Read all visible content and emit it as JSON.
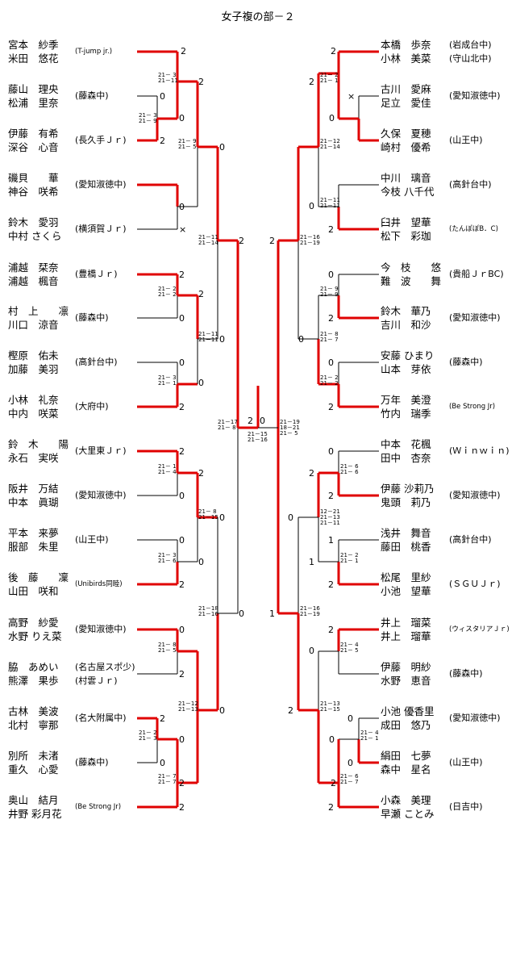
{
  "title": "女子複の部－２",
  "left_teams": [
    {
      "p1": "宮本　紗季",
      "p2": "米田　悠花",
      "aff": "(T-jump jr.)"
    },
    {
      "p1": "藤山　理央",
      "p2": "松浦　里奈",
      "aff": "(藤森中)"
    },
    {
      "p1": "伊藤　有希",
      "p2": "深谷　心音",
      "aff": "(長久手Ｊｒ)"
    },
    {
      "p1": "磯貝　　華",
      "p2": "神谷　咲希",
      "aff": "(愛知淑徳中)"
    },
    {
      "p1": "鈴木　愛羽",
      "p2": "中村 さくら",
      "aff": "(横須賀Ｊｒ)"
    },
    {
      "p1": "浦越　栞奈",
      "p2": "浦越　楓音",
      "aff": "(豊橋Ｊｒ)"
    },
    {
      "p1": "村　上　　凛",
      "p2": "川口　涼音",
      "aff": "(藤森中)"
    },
    {
      "p1": "樫原　佑未",
      "p2": "加藤　美羽",
      "aff": "(高針台中)"
    },
    {
      "p1": "小林　礼奈",
      "p2": "中内　咲菜",
      "aff": "(大府中)"
    },
    {
      "p1": "鈴　木　　陽",
      "p2": "永石　実咲",
      "aff": "(大里東Ｊｒ)"
    },
    {
      "p1": "阪井　万結",
      "p2": "中本　眞瑚",
      "aff": "(愛知淑徳中)"
    },
    {
      "p1": "平本　来夢",
      "p2": "服部　朱里",
      "aff": "(山王中)"
    },
    {
      "p1": "後　藤　　凜",
      "p2": "山田　咲和",
      "aff": "(Unibirds同睦)"
    },
    {
      "p1": "高野　紗愛",
      "p2": "水野 りえ菜",
      "aff": "(愛知淑徳中)"
    },
    {
      "p1": "脇　あめい",
      "p2": "熊澤　果歩",
      "aff": "(名古屋スポ少)",
      "aff2": "(村雲Ｊｒ)"
    },
    {
      "p1": "古林　美波",
      "p2": "北村　寧那",
      "aff": "(名大附属中)"
    },
    {
      "p1": "別所　未渚",
      "p2": "重久　心愛",
      "aff": "(藤森中)"
    },
    {
      "p1": "奥山　結月",
      "p2": "井野 彩月花",
      "aff": "(Be Strong Jr)"
    }
  ],
  "right_teams": [
    {
      "p1": "本橋　歩奈",
      "p2": "小林　美菜",
      "aff": "(岩成台中)",
      "aff2": "(守山北中)"
    },
    {
      "p1": "古川　愛麻",
      "p2": "足立　愛佳",
      "aff": "(愛知淑徳中)"
    },
    {
      "p1": "久保　夏穂",
      "p2": "崎村　優希",
      "aff": "(山王中)"
    },
    {
      "p1": "中川　璃音",
      "p2": "今枝 八千代",
      "aff": "(高針台中)"
    },
    {
      "p1": "臼井　望華",
      "p2": "松下　彩珈",
      "aff": "(たんぽぽB．C)"
    },
    {
      "p1": "今　枝　　悠",
      "p2": "難　波　　舞",
      "aff": "(貴船ＪｒBC)"
    },
    {
      "p1": "鈴木　華乃",
      "p2": "吉川　和沙",
      "aff": "(愛知淑徳中)"
    },
    {
      "p1": "安藤 ひまり",
      "p2": "山本　芽依",
      "aff": "(藤森中)"
    },
    {
      "p1": "万年　美澄",
      "p2": "竹内　瑞季",
      "aff": "(Be Strong Jr)"
    },
    {
      "p1": "中本　花楓",
      "p2": "田中　杏奈",
      "aff": "(Ｗｉｎｗｉｎ)"
    },
    {
      "p1": "伊藤 沙莉乃",
      "p2": "鬼頭　莉乃",
      "aff": "(愛知淑徳中)"
    },
    {
      "p1": "浅井　舞音",
      "p2": "藤田　桃香",
      "aff": "(高針台中)"
    },
    {
      "p1": "松尾　里紗",
      "p2": "小池　望華",
      "aff": "(ＳＧＵＪｒ)"
    },
    {
      "p1": "井上　瑠菜",
      "p2": "井上　瑠華",
      "aff": "(ウィスタリアＪｒ)"
    },
    {
      "p1": "伊藤　明紗",
      "p2": "水野　恵音",
      "aff": "(藤森中)"
    },
    {
      "p1": "小池 優香里",
      "p2": "成田　悠乃",
      "aff": "(愛知淑徳中)"
    },
    {
      "p1": "絹田　七夢",
      "p2": "森中　星名",
      "aff": "(山王中)"
    },
    {
      "p1": "小森　美理",
      "p2": "早瀬 ことみ",
      "aff": "(日吉中)"
    }
  ],
  "scores": {
    "L1": "2",
    "L2": "0",
    "L2b": "0",
    "L3": "2",
    "L4": "0",
    "L5": "×",
    "L5b": "2",
    "L5c": "0",
    "L6": "2",
    "L7": "0",
    "L8": "0",
    "L9": "2",
    "L9b": "2",
    "L9c": "0",
    "L9d": "2",
    "L9e": "0",
    "L10": "2",
    "L11": "0",
    "L12": "0",
    "L13": "2",
    "L13b": "2",
    "L13c": "0",
    "L13d": "0",
    "L14": "0",
    "L15": "2",
    "L16": "2",
    "L17": "0",
    "L17b": "0",
    "L18": "2",
    "L18b": "0",
    "L18c": "2",
    "R1": "2",
    "R2": "×",
    "R2b": "0",
    "R3": "0",
    "R3b": "2",
    "R4": "2",
    "R5": "0",
    "R6": "2",
    "R7": "0",
    "R8": "2",
    "R9": "0",
    "R10": "2",
    "R10b": "0",
    "R10c": "2",
    "R11": "2",
    "R12": "0",
    "R13": "1",
    "R14": "2",
    "R14b": "0",
    "R14c": "1",
    "R15": "2",
    "R16": "0",
    "R17": "2",
    "R17b": "0",
    "R18": "0",
    "R19": "2",
    "R19b": "2",
    "R19c": "2",
    "R19d": "0",
    "F_L": "2",
    "F_R": "0",
    "F_R2": "2",
    "F_L2": "0",
    "FL": "2",
    "FR": "1"
  },
  "game_scores": {
    "a": "21－ 3\n21－11",
    "b": "21－ 3\n21－ 9",
    "c": "21－ 9\n21－ 5",
    "d": "21－11\n21－14",
    "e": "21－ 2\n21－ 2",
    "f": "21－11\n21－11",
    "g": "21－ 3\n21－ 1",
    "h": "21－ 1\n21－ 4",
    "i": "21－ 8\n21－15",
    "j": "21－ 3\n21－ 6",
    "k": "21－18\n21－16",
    "l": "21－ 8\n21－ 5",
    "m": "21－12\n21－13",
    "n": "21－ 2\n21－ 3",
    "o": "21－ 7\n21－ 7",
    "p": "21－17\n21－ 8",
    "q": "21－15\n21－16",
    "r": "21－19\n18－21\n21－ 5",
    "s": "21－ 2\n21－ 1",
    "t": "21－12\n21－14",
    "u": "21－11\n21－11",
    "v": "21－16\n21－19",
    "w": "21－ 9\n21－ 9",
    "x": "21－ 8\n21－ 7",
    "y": "21－ 2\n21－ 2",
    "z": "21－ 6\n21－ 6",
    "aa": "12－21\n21－13\n21－11",
    "ab": "21－ 2\n21－ 1",
    "ac": "21－16\n21－19",
    "ad": "21－ 4\n21－ 5",
    "ae": "21－13\n21－15",
    "af": "21－ 4\n21－ 1",
    "ag": "21－ 6\n21－ 7"
  },
  "colors": {
    "win": "#e00000",
    "line": "#000000"
  }
}
